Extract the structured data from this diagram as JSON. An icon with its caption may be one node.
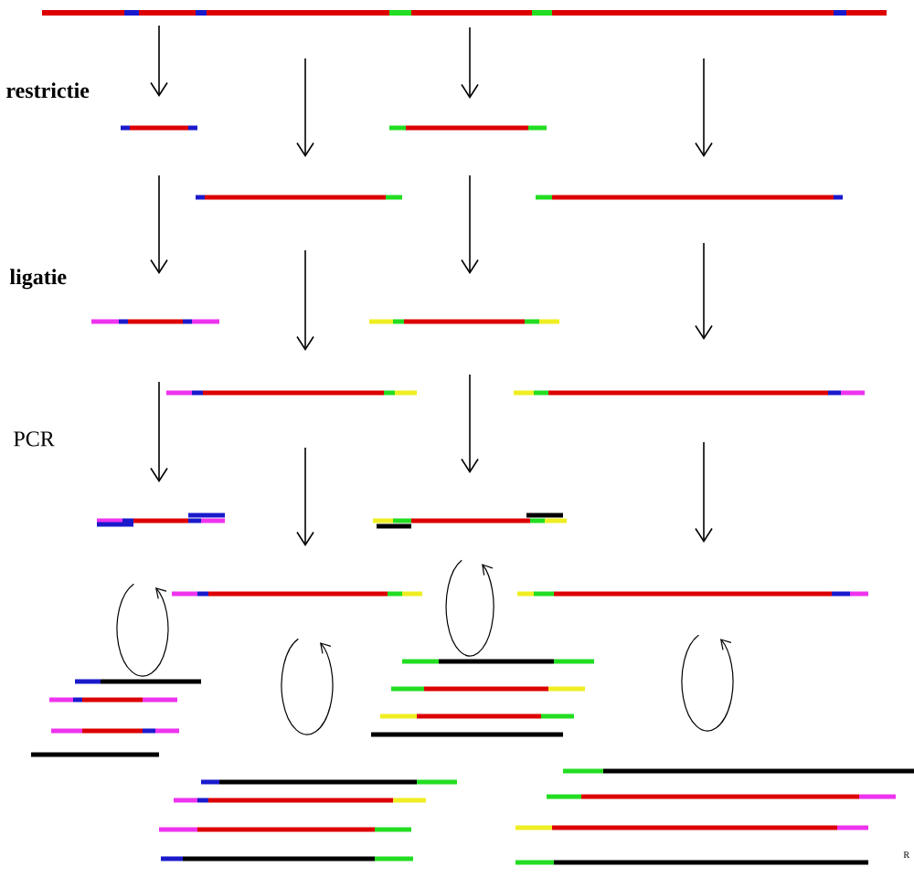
{
  "diagram": {
    "labels": [
      "restrictie",
      "ligatie",
      "PCR",
      "R"
    ]
  }
}
